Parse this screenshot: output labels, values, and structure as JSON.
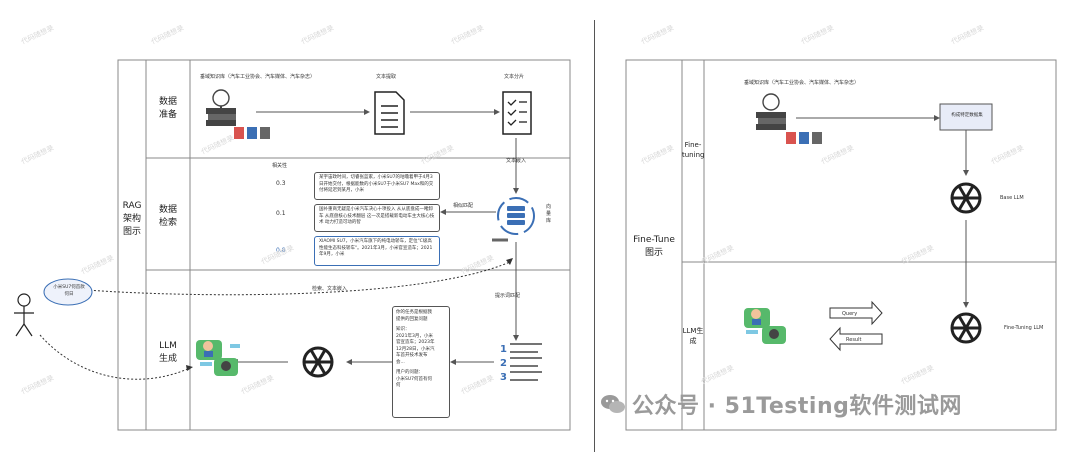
{
  "rag": {
    "title": "RAG\n架构\n图示",
    "lanes": [
      "数据\n准备",
      "数据\n检索",
      "LLM\n生成"
    ],
    "labels": {
      "knowledge_base": "垂域知识库（汽车工业协会、汽车媒体、汽车杂志）",
      "text_extract": "文本提取",
      "text_split": "文本分片",
      "text_embed": "文本嵌入",
      "relevance": "相关性",
      "similarity": "相似匹配",
      "vector_db": "向\n量\n库",
      "retrieve_embed": "检索、文本嵌入",
      "prompt_match": "提示词匹配",
      "user_question": "小米SU7何首款\n何日"
    },
    "scores": [
      "0.3",
      "0.1",
      "0.8"
    ],
    "chunks": [
      "某宇宙政时间，切睿张蓝家，小米SU7的咕噜着甲于4月3日开始交付，根据能数的小米SU7于小米SU7 Max和的交付将延迟到某月，小米",
      "国补重商无疑是小米汽车决心十项投入 从从底盘成一睹卸车 从底盘核心技术翻层 这一次是搭载新电动车主大核心技术 动力打造可动的智",
      "XIAOMI SU7，小米汽车旗下的纯电动轿车，定位\"C级高性能生态科技轿车\"。2021年3月，小米官宣造车；2021年9月，小米"
    ],
    "prompt": [
      "你的任务是根据我",
      "提供的回复问题",
      "",
      "知识：",
      "2021年3月，小米",
      "官宣造车；2023年",
      "12月28日，小米汽",
      "车首开技术发布",
      "会...",
      "",
      "用户的问题：",
      "小米SU7何首有何",
      "何"
    ]
  },
  "ft": {
    "title": "Fine-Tune\n图示",
    "lanes": [
      "Fine-\ntuning",
      "LLM生\n成"
    ],
    "labels": {
      "knowledge_base": "垂域知识库（汽车工业协会、汽车媒体、汽车杂志）",
      "build_data": "构成特定数据集",
      "base_llm": "Base LLM",
      "ft_llm": "Fine-Tuning LLM",
      "query": "Query",
      "result": "Result"
    }
  },
  "watermark": "公众号 · 51Testing软件测试网",
  "diag_wm": "代码随想录",
  "colors": {
    "accent": "#3b6fb5",
    "line": "#555555",
    "wechat": "#9a9a9a"
  }
}
